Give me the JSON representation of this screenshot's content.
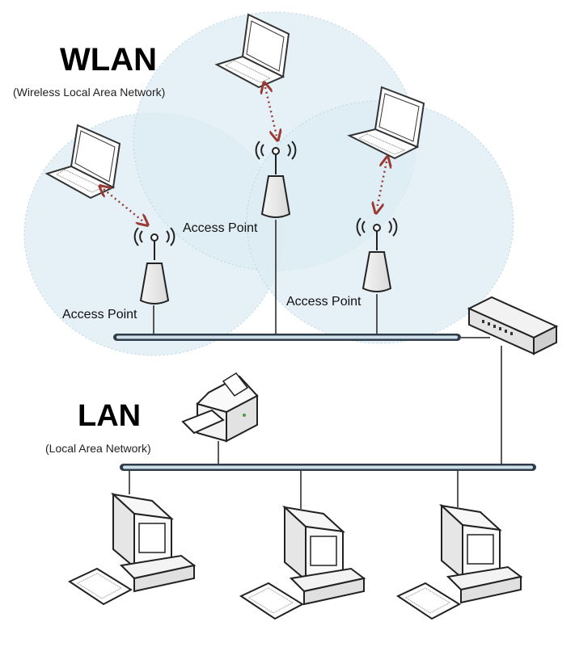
{
  "wlan": {
    "title": "WLAN",
    "subtitle": "(Wireless Local Area Network)"
  },
  "lan": {
    "title": "LAN",
    "subtitle": "(Local Area Network)"
  },
  "access_points": [
    {
      "label": "Access Point"
    },
    {
      "label": "Access Point"
    },
    {
      "label": "Access Point"
    }
  ],
  "colors": {
    "coverage_fill": "#dcecf3",
    "coverage_border": "#b9d6e2",
    "link_arrow": "#9a3a35",
    "cable": "#2e3b48",
    "cable_core": "#cfe0ea"
  }
}
